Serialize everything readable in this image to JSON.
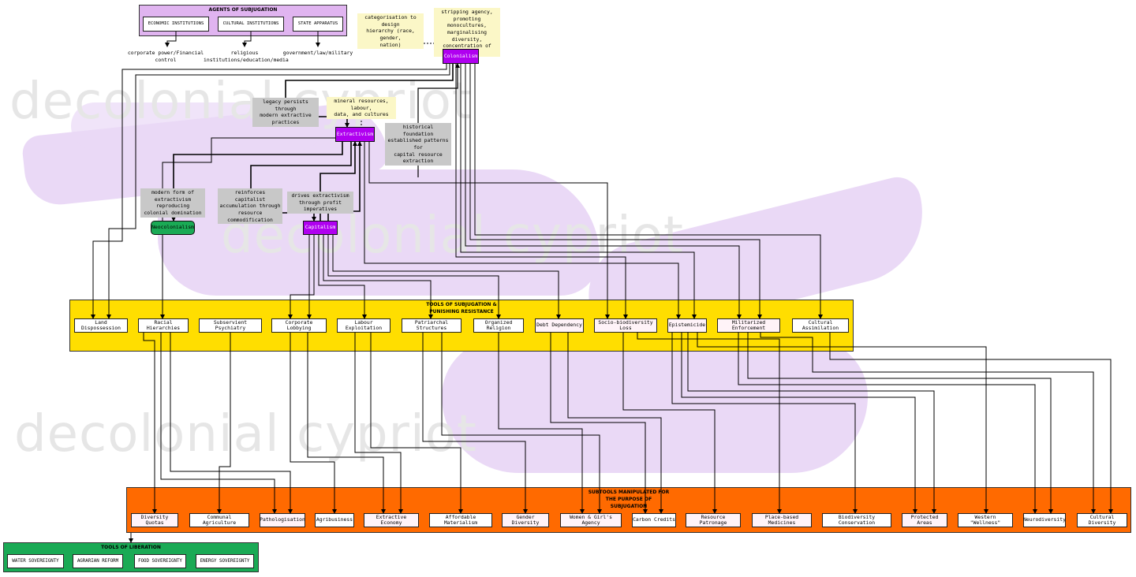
{
  "watermark": "decolonial cypriot",
  "colors": {
    "core": "#b000f0",
    "tools_group": "#ffde00",
    "subtools_group": "#ff6a00",
    "liberation_group": "#1aaa55",
    "agents_group": "#e0b4f0",
    "neocolonialism": "#1aaa55"
  },
  "agents": {
    "title": "AGENTS OF SUBJUGATION",
    "items": [
      "ECONOMIC INSTITUTIONS",
      "CULTURAL INSTITUTIONS",
      "STATE APPARATUS"
    ],
    "notes": [
      "corporate power/Financial\ncontrol",
      "religious\ninstitutions/education/media",
      "government/law/military"
    ]
  },
  "core": {
    "colonialism": "Colonialism",
    "extractivism": "Extractivism",
    "capitalism": "Capitalism",
    "neocolonialism": "Neocolonialism"
  },
  "annotations": {
    "categorisation": "categorisation to design\nhierarchy (race, gender,\nnation)",
    "stripping": "stripping agency,\npromoting monocultures,\nmarginalising diversity,\nconcentration of power",
    "legacy": "legacy persists through\nmodern extractive practices",
    "mineral": "mineral resources, labour,\ndata, and cultures",
    "historical": "historical foundation\nestablished patterns for\ncapital resource extraction",
    "modern_form": "modern form of\nextractivism reproducing\ncolonial domination",
    "reinforces": "reinforces capitalist\naccumulation through\nresource commodification",
    "drives": "drives extractivism\nthrough profit imperatives"
  },
  "tools": {
    "title": "TOOLS OF SUBJUGATION &\nPUNISHING RESISTANCE",
    "items": [
      "Land Dispossession",
      "Racial Hierarchies",
      "Subservient Psychiatry",
      "Corporate Lobbying",
      "Labour Exploitation",
      "Patriarchal Structures",
      "Organized Religion",
      "Debt Dependency",
      "Socio-biodiversity Loss",
      "Epistemicide",
      "Militarized Enforcement",
      "Cultural Assimilation"
    ]
  },
  "subtools": {
    "title": "SUBTOOLS MANIPULATED FOR\nTHE PURPOSE OF\nSUBJUGATION",
    "items": [
      "Diversity Quotas",
      "Communal Agriculture",
      "Pathologisation",
      "Agribusiness",
      "Extractive Economy",
      "Affordable Materialism",
      "Gender Diversity",
      "Women & Girl's Agency",
      "Carbon Credits",
      "Resource Patronage",
      "Place-based Medicines",
      "Biodiversity Conservation",
      "Protected Areas",
      "Western \"Wellness\"",
      "Neurodiversity",
      "Cultural Diversity"
    ]
  },
  "liberation": {
    "title": "TOOLS OF LIBERATION",
    "items": [
      "WATER SOVEREIGNTY",
      "AGRARIAN REFORM",
      "FOOD SOVEREIGNTY",
      "ENERGY SOVEREIGNTY"
    ]
  }
}
